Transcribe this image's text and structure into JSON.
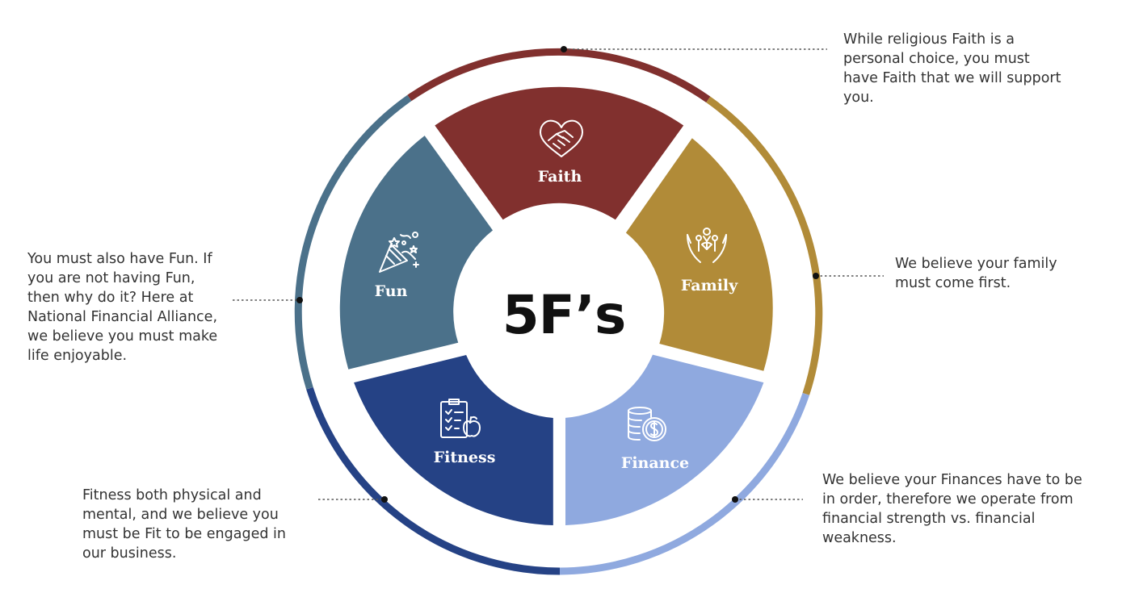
{
  "center_title": "5F’s",
  "segments": [
    {
      "key": "faith",
      "label": "Faith",
      "color": "#81302e",
      "icon": "handshake-heart-icon",
      "description": "While religious Faith is a personal choice, you must have Faith that we will support you."
    },
    {
      "key": "family",
      "label": "Family",
      "color": "#b18b38",
      "icon": "family-hands-icon",
      "description": "We believe your family must come first."
    },
    {
      "key": "finance",
      "label": "Finance",
      "color": "#8fa9df",
      "icon": "coins-dollar-icon",
      "description": "We believe your Finances have to be in order, therefore we operate from financial strength vs. financial weakness."
    },
    {
      "key": "fitness",
      "label": "Fitness",
      "color": "#254285",
      "icon": "clipboard-apple-icon",
      "description": "Fitness both physical and mental, and we believe you must be Fit to be engaged in our business."
    },
    {
      "key": "fun",
      "label": "Fun",
      "color": "#4b718a",
      "icon": "party-popper-icon",
      "description": "You must also have Fun. If you are not having Fun, then why do it? Here at National Financial Alliance, we believe you must make life enjoyable."
    }
  ]
}
